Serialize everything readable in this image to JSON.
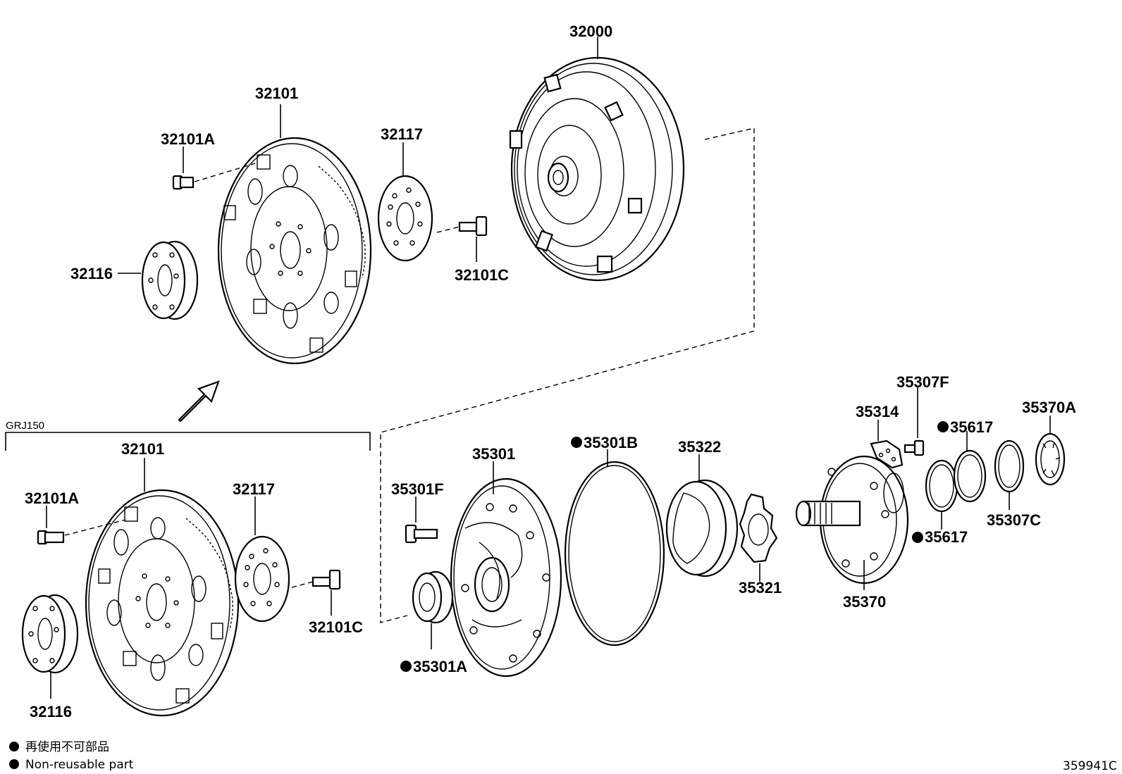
{
  "labels": {
    "p32000": "32000",
    "p32101_top": "32101",
    "p32101A_top": "32101A",
    "p32117_top": "32117",
    "p32116_top": "32116",
    "p32101C_top": "32101C",
    "p32101_bot": "32101",
    "p32101A_bot": "32101A",
    "p32117_bot": "32117",
    "p32116_bot": "32116",
    "p32101C_bot": "32101C",
    "p35301": "35301",
    "p35301F": "35301F",
    "p35301A": "35301A",
    "p35301B": "35301B",
    "p35322": "35322",
    "p35321": "35321",
    "p35370": "35370",
    "p35314": "35314",
    "p35307F": "35307F",
    "p35617_top": "35617",
    "p35617_bot": "35617",
    "p35307C": "35307C",
    "p35370A": "35370A"
  },
  "variant_label": "GRJ150",
  "legend": {
    "japanese": "再使用不可部品",
    "english": "Non-reusable part"
  },
  "diagram_id": "359941C"
}
